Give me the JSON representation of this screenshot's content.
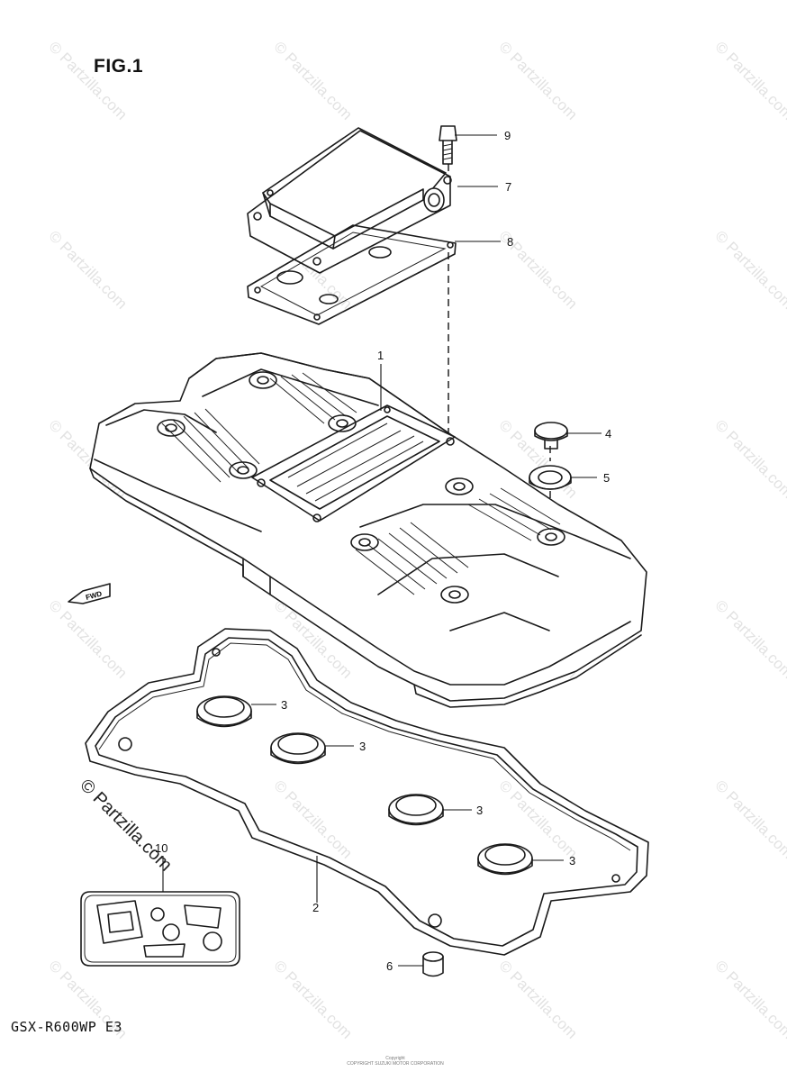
{
  "figure_title": "FIG.1",
  "model_code": "GSX-R600WP E3",
  "brand_mark": "© Partzilla.com",
  "watermark_text": "© Partzilla.com",
  "fwd_label": "FWD",
  "copyright_lines": [
    "Copyright",
    "COPYRIGHT SUZUKI MOTOR CORPORATION"
  ],
  "callouts": [
    {
      "number": "1",
      "part": "cylinder-head-cover"
    },
    {
      "number": "2",
      "part": "head-cover-gasket"
    },
    {
      "number": "3",
      "part": "plug-hole-seal"
    },
    {
      "number": "3",
      "part": "plug-hole-seal"
    },
    {
      "number": "3",
      "part": "plug-hole-seal"
    },
    {
      "number": "3",
      "part": "plug-hole-seal"
    },
    {
      "number": "4",
      "part": "bolt"
    },
    {
      "number": "5",
      "part": "gasket-washer"
    },
    {
      "number": "6",
      "part": "dowel-pin"
    },
    {
      "number": "7",
      "part": "breather-cover"
    },
    {
      "number": "8",
      "part": "breather-gasket"
    },
    {
      "number": "9",
      "part": "bolt"
    },
    {
      "number": "10",
      "part": "gasket-set"
    }
  ],
  "colors": {
    "ink": "#1a1a1a",
    "paper": "#ffffff",
    "watermark": "#969696"
  }
}
